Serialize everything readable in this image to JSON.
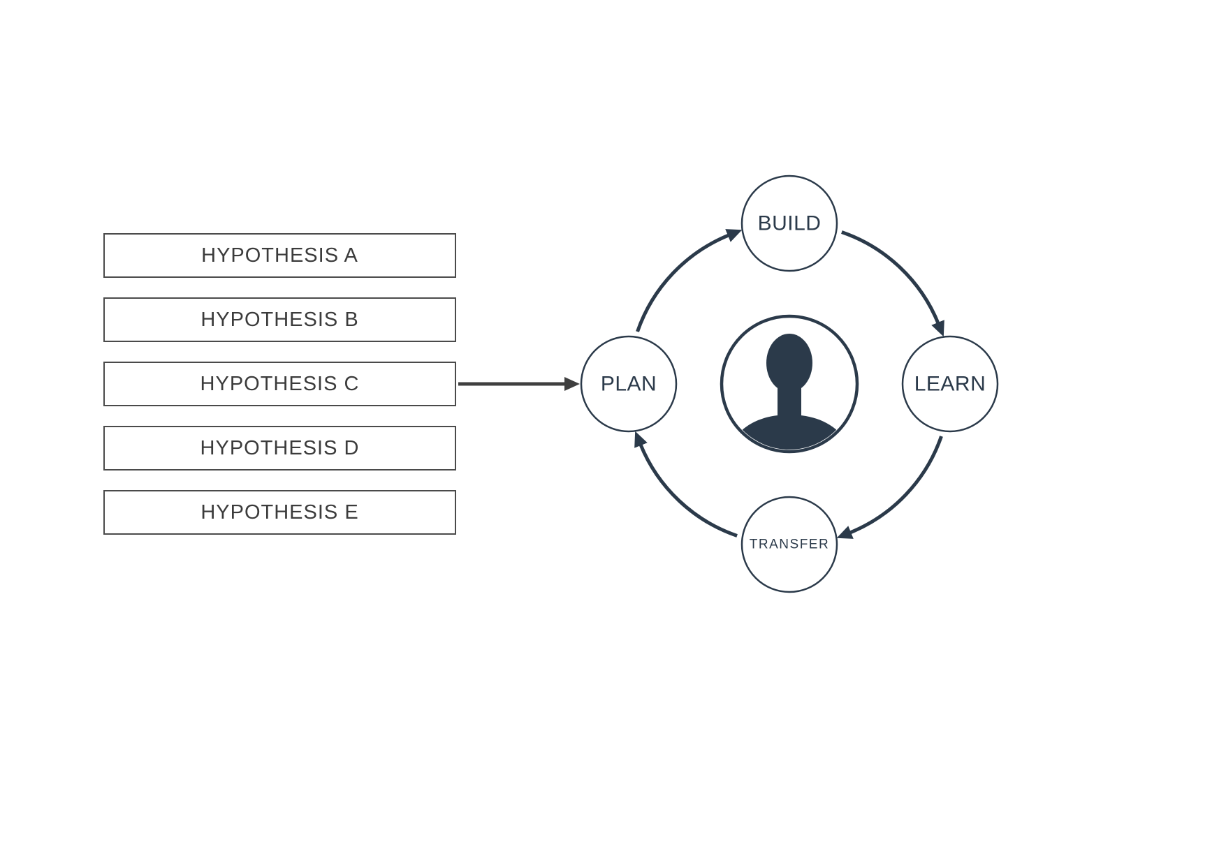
{
  "hypotheses": [
    "HYPOTHESIS A",
    "HYPOTHESIS B",
    "HYPOTHESIS C",
    "HYPOTHESIS D",
    "HYPOTHESIS E"
  ],
  "selection_arrow": {
    "from": "HYPOTHESIS C",
    "to": "PLAN"
  },
  "cycle": {
    "nodes": [
      {
        "id": "plan",
        "label": "PLAN"
      },
      {
        "id": "build",
        "label": "BUILD"
      },
      {
        "id": "learn",
        "label": "LEARN"
      },
      {
        "id": "transfer",
        "label": "TRANSFER"
      }
    ],
    "flow_order": [
      "PLAN",
      "BUILD",
      "LEARN",
      "TRANSFER"
    ],
    "center_icon": "person-icon"
  },
  "colors": {
    "ink": "#2b3a4a",
    "box_border": "#4a4a4a",
    "box_text": "#3b3b3b",
    "arrow": "#3f3f3f",
    "background": "#ffffff"
  }
}
